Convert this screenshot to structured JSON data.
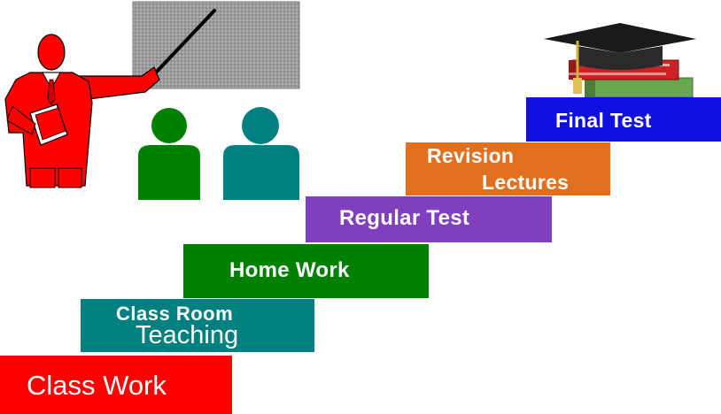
{
  "steps": [
    {
      "id": "class-work",
      "lines": [
        "Class Work"
      ],
      "color": "#ff0000"
    },
    {
      "id": "class-room-teaching",
      "lines": [
        "Class Room",
        "Teaching"
      ],
      "color": "#008080"
    },
    {
      "id": "home-work",
      "lines": [
        "Home Work"
      ],
      "color": "#008000"
    },
    {
      "id": "regular-test",
      "lines": [
        "Regular Test"
      ],
      "color": "#7f3fbf"
    },
    {
      "id": "revision-lectures",
      "lines": [
        "Revision",
        "Lectures"
      ],
      "color": "#e07020"
    },
    {
      "id": "final-test",
      "lines": [
        "Final Test"
      ],
      "color": "#1010e0"
    }
  ],
  "icons": {
    "teacher": "teacher-pointing-icon",
    "board": "chalkboard-icon",
    "students": "students-icon",
    "graduation": "graduation-cap-books-icon"
  },
  "colors": {
    "teacher": "#ff0000",
    "student_left": "#008000",
    "student_right": "#008080",
    "board": "#9a9a9a"
  }
}
